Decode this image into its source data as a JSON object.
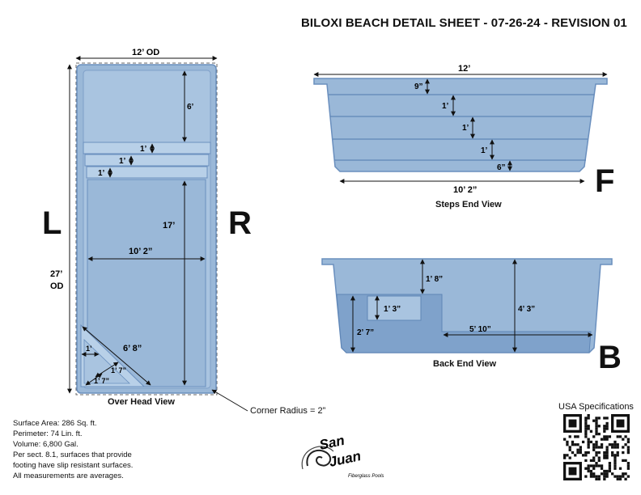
{
  "title": "BILOXI BEACH DETAIL SHEET - 07-26-24 - REVISION 01",
  "overhead": {
    "view_label": "Over Head View",
    "left_letter": "L",
    "right_letter": "R",
    "width_od": "12’ OD",
    "length_od_line1": "27’",
    "length_od_line2": "OD",
    "dim_6ft": "6’",
    "dim_step1": "1’",
    "dim_step2": "1’",
    "dim_step3": "1’",
    "dim_17ft": "17’",
    "dim_10ft2": "10’ 2”",
    "dim_6ft8": "6’ 8”",
    "dim_1ft": "1’",
    "dim_1ft7_a": "1’ 7”",
    "dim_1ft7_b": "1’ 7”",
    "corner_radius": "Corner Radius = 2”"
  },
  "steps_end": {
    "view_label": "Steps End View",
    "letter": "F",
    "dim_12ft": "12’",
    "dim_9in": "9”",
    "dim_1ft_a": "1’",
    "dim_1ft_b": "1’",
    "dim_1ft_c": "1’",
    "dim_6in": "6”",
    "dim_bottom": "10’ 2”"
  },
  "back_end": {
    "view_label": "Back End View",
    "letter": "B",
    "dim_1ft8": "1’ 8”",
    "dim_1ft3": "1’ 3”",
    "dim_4ft3": "4’ 3”",
    "dim_2ft7": "2’ 7”",
    "dim_5ft10": "5’ 10”"
  },
  "specs": {
    "surface_area": "Surface Area:  286 Sq. ft.",
    "perimeter": "Perimeter:  74 Lin. ft.",
    "volume": "Volume:  6,800 Gal.",
    "note_line1": "Per sect. 8.1, surfaces that provide",
    "note_line2": "footing have slip resistant surfaces.",
    "note_line3": "All measurements are averages."
  },
  "logo": {
    "line1": "San",
    "line2": "Juan",
    "tagline": "Fiberglass Pools"
  },
  "qr": {
    "label": "USA Specifications"
  },
  "colors": {
    "pool_fill": "#9ab8d8",
    "pool_dark": "#5f86b6",
    "pool_deep": "#7fa2cb",
    "outline": "#6a8fbe"
  }
}
